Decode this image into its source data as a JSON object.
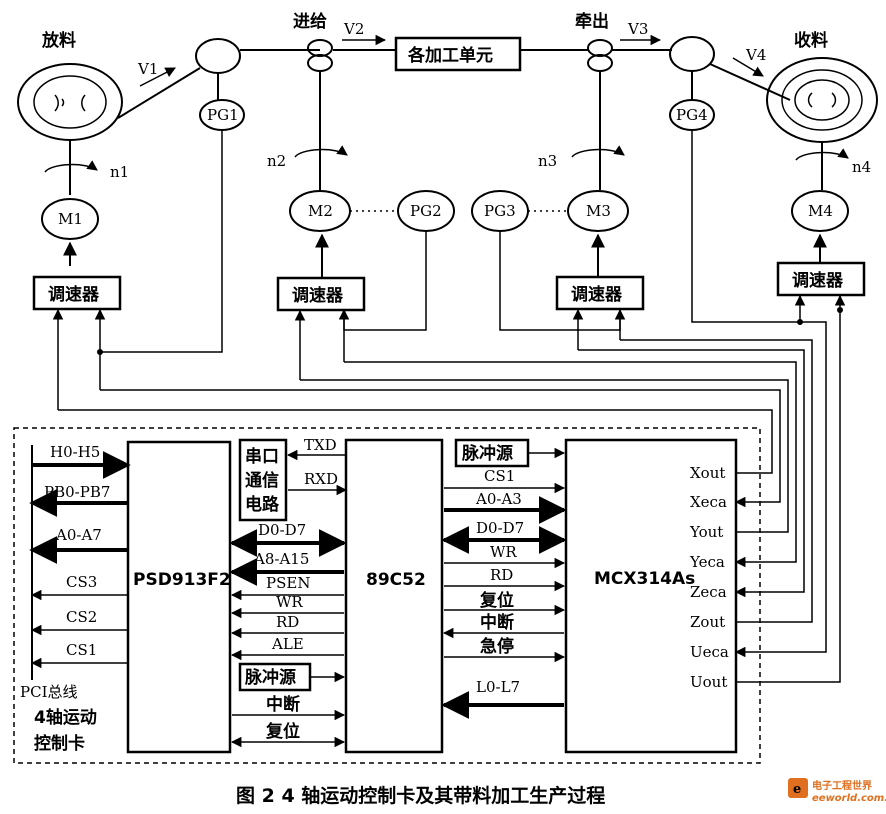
{
  "caption": "图 2   4 轴运动控制卡及其带料加工生产过程",
  "top": {
    "unwind": "放料",
    "feed": "进给",
    "pull": "牵出",
    "rewind": "收料",
    "process_unit": "各加工单元",
    "v1": "V1",
    "v2": "V2",
    "v3": "V3",
    "v4": "V4",
    "n1": "n1",
    "n2": "n2",
    "n3": "n3",
    "n4": "n4",
    "pg1": "PG1",
    "pg2": "PG2",
    "pg3": "PG3",
    "pg4": "PG4",
    "m1": "M1",
    "m2": "M2",
    "m3": "M3",
    "m4": "M4",
    "governor": "调速器"
  },
  "card": {
    "title": "4轴运动\n控制卡",
    "pci_bus": "PCI总线",
    "psd_chip": "PSD913F2",
    "mcu_chip": "89C52",
    "mcx_chip": "MCX314As",
    "serial_circuit": [
      "串口",
      "通信",
      "电路"
    ],
    "pulse_source": "脉冲源",
    "left_signals": [
      "H0-H5",
      "PB0-PB7",
      "A0-A7",
      "CS3",
      "CS2",
      "CS1"
    ],
    "psd_mcu_signals": [
      "D0-D7",
      "A8-A15",
      "PSEN",
      "WR",
      "RD",
      "ALE"
    ],
    "psd_bottom": [
      "中断",
      "复位"
    ],
    "serial_signals": [
      "TXD",
      "RXD"
    ],
    "mcu_mcx_signals": [
      "CS1",
      "A0-A3",
      "D0-D7",
      "WR",
      "RD",
      "复位",
      "中断",
      "急停",
      "L0-L7"
    ],
    "mcx_outputs": [
      "Xout",
      "Xeca",
      "Yout",
      "Yeca",
      "Zeca",
      "Zout",
      "Ueca",
      "Uout"
    ]
  },
  "watermark": {
    "cn": "电子工程世界",
    "en": "eeworld.com.cn"
  }
}
